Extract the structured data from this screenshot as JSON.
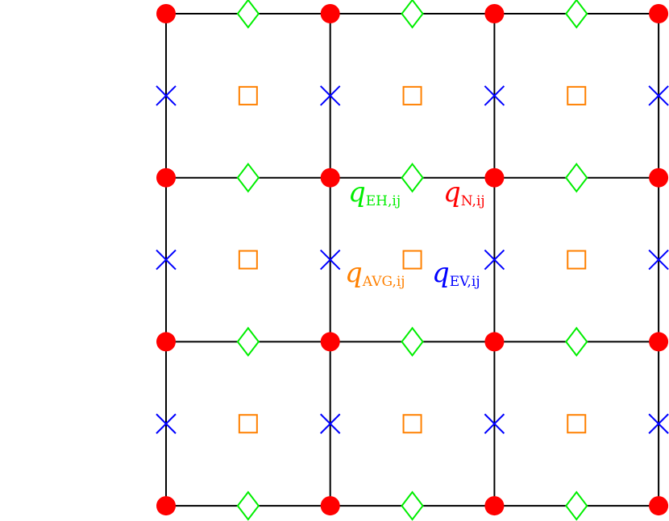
{
  "grid": {
    "rows": 3,
    "cols": 3
  },
  "markers": {
    "nodes": {
      "shape": "filled-circle",
      "color": "#ff0000"
    },
    "horizontal_edges": {
      "shape": "diamond",
      "color": "#00ee00"
    },
    "vertical_edges": {
      "shape": "cross",
      "color": "#0000ff"
    },
    "cell_centers": {
      "shape": "square",
      "color": "#ff8000"
    }
  },
  "line_color": "#000000",
  "labels": {
    "eh": {
      "symbol": "q",
      "subscript": "EH,ij",
      "color": "#00ee00"
    },
    "n": {
      "symbol": "q",
      "subscript": "N,ij",
      "color": "#ff0000"
    },
    "avg": {
      "symbol": "q",
      "subscript": "AVG,ij",
      "color": "#ff8000"
    },
    "ev": {
      "symbol": "q",
      "subscript": "EV,ij",
      "color": "#0000ff"
    }
  }
}
